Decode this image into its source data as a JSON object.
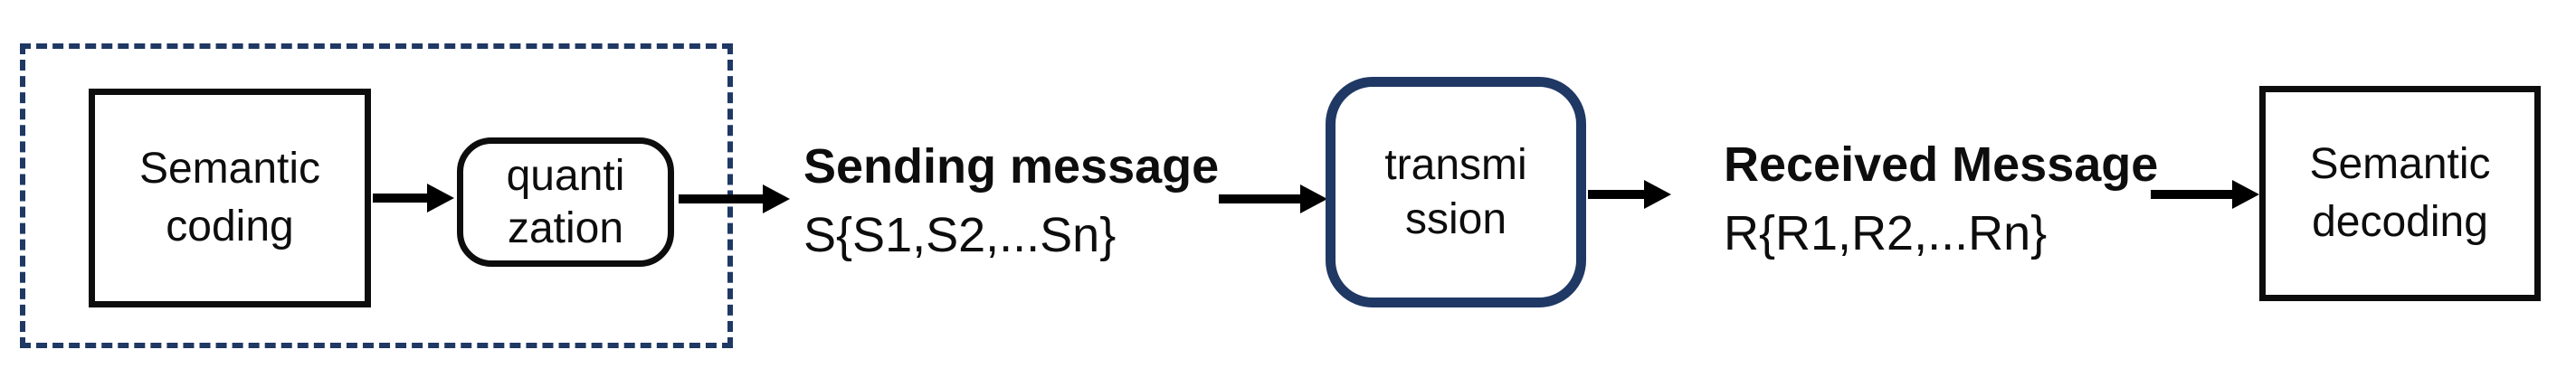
{
  "diagram": {
    "type": "flow-diagram",
    "description": "semantic communication pipeline",
    "colors": {
      "navy": "#1f3864",
      "ink": "#0d0d0d",
      "bg": "#ffffff"
    },
    "nodes": {
      "semantic_coding": {
        "lines": [
          "Semantic",
          "coding"
        ]
      },
      "quantization": {
        "lines": [
          "quanti",
          "zation"
        ]
      },
      "transmission": {
        "lines": [
          "transmi",
          "ssion"
        ]
      },
      "semantic_decoding": {
        "lines": [
          "Semantic",
          "decoding"
        ]
      }
    },
    "labels": {
      "sending": {
        "title": "Sending message",
        "value": "S{S1,S2,...Sn}"
      },
      "received": {
        "title": "Received Message",
        "value": "R{R1,R2,...Rn}"
      }
    },
    "edges": [
      "semantic_coding -> quantization",
      "quantization -> sending_message",
      "sending_message -> transmission",
      "transmission -> received_message",
      "received_message -> semantic_decoding"
    ]
  }
}
